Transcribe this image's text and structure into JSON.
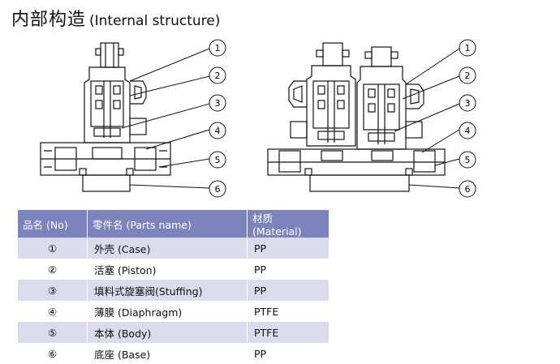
{
  "title": {
    "main": "内部构造",
    "sub": "(Internal structure)"
  },
  "callouts": [
    "1",
    "2",
    "3",
    "4",
    "5",
    "6"
  ],
  "table": {
    "headers": [
      "品名 (No)",
      "零件名 (Parts name)",
      "材质 (Material)"
    ],
    "rows": [
      {
        "no": "①",
        "part": "外壳 (Case)",
        "material": "PP"
      },
      {
        "no": "②",
        "part": "活塞 (Piston)",
        "material": "PP"
      },
      {
        "no": "③",
        "part": "填料式旋塞阀(Stuffing)",
        "material": "PP"
      },
      {
        "no": "④",
        "part": "薄膜 (Diaphragm)",
        "material": "PTFE"
      },
      {
        "no": "⑤",
        "part": "本体 (Body)",
        "material": "PTFE"
      },
      {
        "no": "⑥",
        "part": "底座 (Base)",
        "material": "PP"
      }
    ]
  },
  "colors": {
    "header_bg": "#7c84bb",
    "stripe": "#dadcec"
  }
}
